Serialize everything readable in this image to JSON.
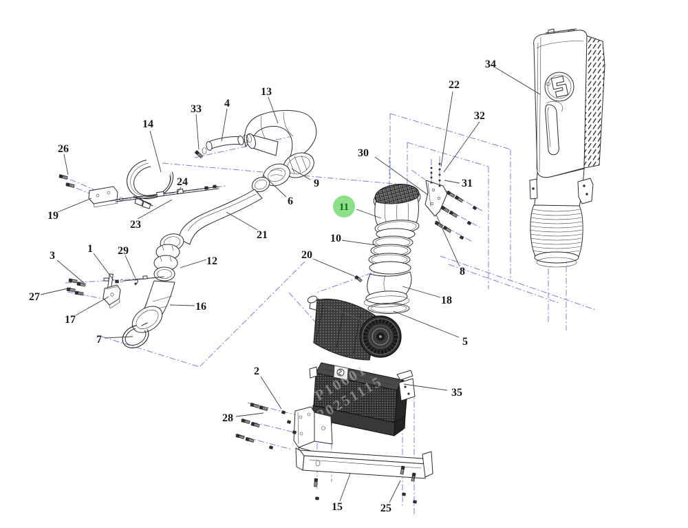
{
  "figure": {
    "type": "exploded-parts-diagram",
    "background": "#ffffff",
    "stroke_color": "#2b2b2b",
    "centerline_color": "#7d7de0",
    "leader_color": "#3c3c3c",
    "highlight": {
      "part": "11",
      "circle_fill": "#8ce08c",
      "text_color": "#0f6b0f"
    },
    "watermark": {
      "line1": "P10601",
      "line2": "20251115",
      "color": "#c9c9c9"
    },
    "parts_count": 35,
    "callouts": {
      "c1": {
        "label": "1"
      },
      "c2": {
        "label": "2"
      },
      "c3": {
        "label": "3"
      },
      "c4": {
        "label": "4"
      },
      "c5": {
        "label": "5"
      },
      "c6": {
        "label": "6"
      },
      "c7": {
        "label": "7"
      },
      "c8": {
        "label": "8"
      },
      "c9": {
        "label": "9"
      },
      "c10": {
        "label": "10"
      },
      "c11": {
        "label": "11"
      },
      "c12": {
        "label": "12"
      },
      "c13": {
        "label": "13"
      },
      "c14": {
        "label": "14"
      },
      "c15": {
        "label": "15"
      },
      "c16": {
        "label": "16"
      },
      "c17": {
        "label": "17"
      },
      "c18": {
        "label": "18"
      },
      "c19": {
        "label": "19"
      },
      "c20": {
        "label": "20"
      },
      "c21": {
        "label": "21"
      },
      "c22": {
        "label": "22"
      },
      "c23": {
        "label": "23"
      },
      "c24": {
        "label": "24"
      },
      "c25": {
        "label": "25"
      },
      "c26": {
        "label": "26"
      },
      "c27": {
        "label": "27"
      },
      "c28": {
        "label": "28"
      },
      "c29": {
        "label": "29"
      },
      "c30": {
        "label": "30"
      },
      "c31": {
        "label": "31"
      },
      "c32": {
        "label": "32"
      },
      "c33": {
        "label": "33"
      },
      "c34": {
        "label": "34"
      },
      "c35": {
        "label": "35"
      }
    }
  }
}
